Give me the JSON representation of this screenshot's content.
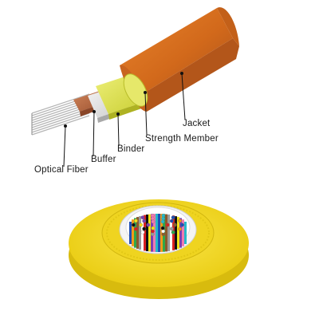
{
  "labels": {
    "jacket": "Jacket",
    "strength_member": "Strength Member",
    "binder": "Binder",
    "buffer": "Buffer",
    "optical_fiber": "Optical Fiber"
  },
  "colors": {
    "jacket": "#d2691b",
    "jacket_dark": "#a9521a",
    "strength_member": "#d9e04a",
    "binder": "#e6e6e6",
    "buffer": "#b9673f",
    "fiber": "#bfbfbf",
    "cross_section_jacket": "#f1dc14",
    "cross_section_jacket_dark": "#d9be10"
  },
  "fiber_colors": [
    "#1f4fb4",
    "#f29a1a",
    "#2ea84a",
    "#8b5a2b",
    "#9a9a9a",
    "#ffffff",
    "#d92121",
    "#111111",
    "#f2e21a",
    "#7b3fb0",
    "#f07ab0",
    "#26b8c9"
  ]
}
